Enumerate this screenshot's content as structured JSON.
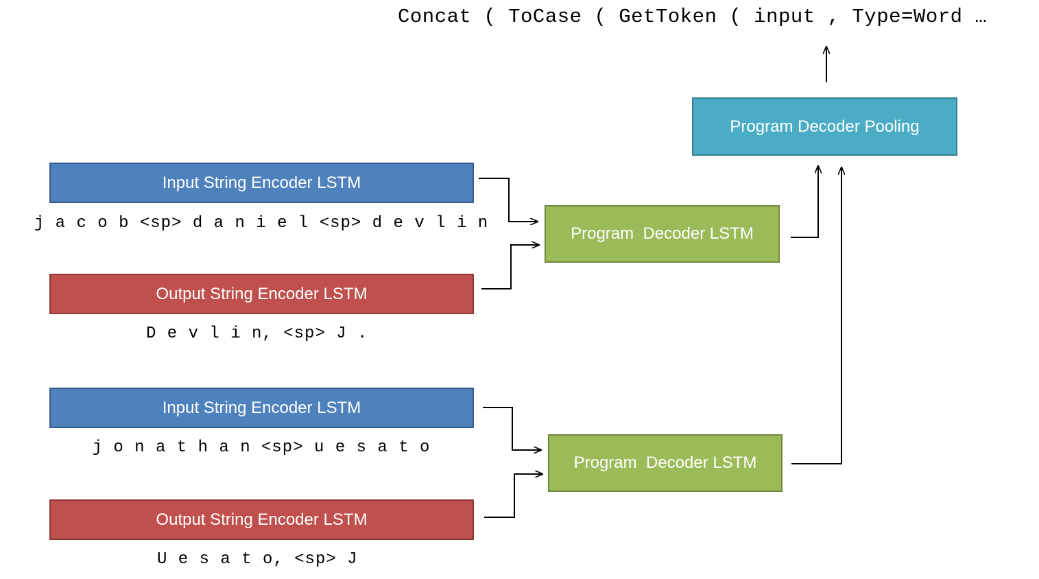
{
  "colors": {
    "input_encoder": "#4f81bd",
    "input_encoder_border": "#385d8a",
    "output_encoder": "#c0504d",
    "output_encoder_border": "#8c3836",
    "decoder": "#9bbb59",
    "decoder_border": "#71893f",
    "pooling": "#4bacc6",
    "pooling_border": "#357d91",
    "arrow": "#000000"
  },
  "program_output": "Concat ( ToCase ( GetToken ( input , Type=Word …",
  "pooling_label": "Program Decoder Pooling",
  "examples": [
    {
      "input_encoder_label": "Input String Encoder LSTM",
      "input_string": "j a c o b <sp> d a n i e l <sp> d e v l i n",
      "output_encoder_label": "Output String Encoder LSTM",
      "output_string": "D e v l i n, <sp> J .",
      "decoder_label": "Program  Decoder LSTM"
    },
    {
      "input_encoder_label": "Input String Encoder LSTM",
      "input_string": "j o n a t h a n <sp> u e s a t o",
      "output_encoder_label": "Output String Encoder LSTM",
      "output_string": "U e s a t o, <sp> J",
      "decoder_label": "Program  Decoder LSTM"
    }
  ]
}
